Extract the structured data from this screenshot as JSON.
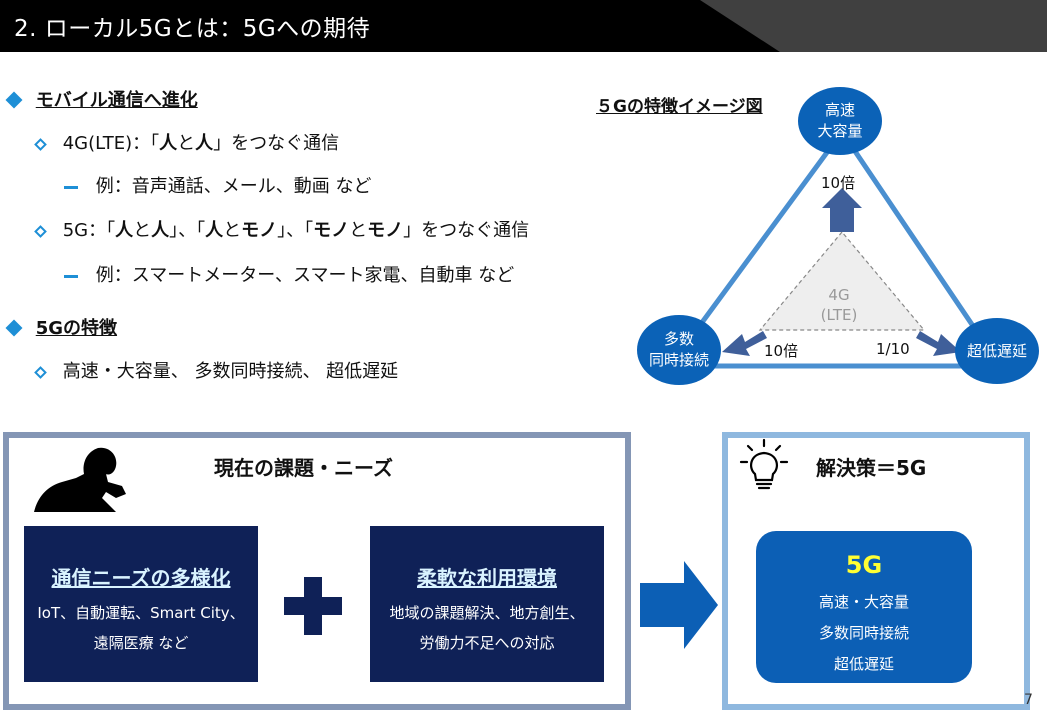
{
  "page": {
    "title": "2.  ローカル5Gとは：5Gへの期待",
    "page_number": "7"
  },
  "features": {
    "heading1": "モバイル通信へ進化",
    "item_4g_prefix": "4G(LTE)：「",
    "item_4g_w1": "人",
    "item_4g_to": "と",
    "item_4g_w2": "人",
    "item_4g_suffix": "」をつなぐ通信",
    "example_4g": "例：音声通話、メール、動画 など",
    "item_5g_prefix": "5G：「",
    "item_5g_w1": "人",
    "item_5g_to1": "と",
    "item_5g_w2": "人",
    "item_5g_sep1": "」、「",
    "item_5g_w3": "人",
    "item_5g_to2": "と",
    "item_5g_w4": "モノ",
    "item_5g_sep2": "」、「",
    "item_5g_w5": "モノ",
    "item_5g_to3": "と",
    "item_5g_w6": "モノ",
    "item_5g_suffix": "」をつなぐ通信",
    "example_5g": "例：スマートメーター、スマート家電、自動車 など",
    "heading2": "5Gの特徴",
    "features_line": "高速・大容量、  多数同時接続、  超低遅延"
  },
  "diagram": {
    "title": "５Gの特徴イメージ図",
    "node_top": [
      "高速",
      "大容量"
    ],
    "node_left": [
      "多数",
      "同時接続"
    ],
    "node_right": "超低遅延",
    "center": [
      "4G",
      "(LTE)"
    ],
    "label_up": "10倍",
    "label_left": "10倍",
    "label_right": "1/10",
    "colors": {
      "node": "#0b62b7",
      "edge": "#4a8fd0",
      "arrow": "#3f5f9a"
    }
  },
  "issues": {
    "title": "現在の課題・ニーズ",
    "box1_title": "通信ニーズの多様化",
    "box1_line1": "IoT、自動運転、Smart City、",
    "box1_line2": "遠隔医療 など",
    "box2_title": "柔軟な利用環境",
    "box2_line1": "地域の課題解決、地方創生、",
    "box2_line2": "労働力不足への対応"
  },
  "solution": {
    "title": "解決策＝5G",
    "box_title": "5G",
    "line1": "高速・大容量",
    "line2": "多数同時接続",
    "line3": "超低遅延"
  },
  "icons": [
    "thinking-person-icon",
    "lightbulb-icon",
    "plus-icon",
    "right-arrow-icon",
    "filled-diamond-bullet-icon",
    "open-diamond-bullet-icon",
    "dash-bullet-icon"
  ]
}
